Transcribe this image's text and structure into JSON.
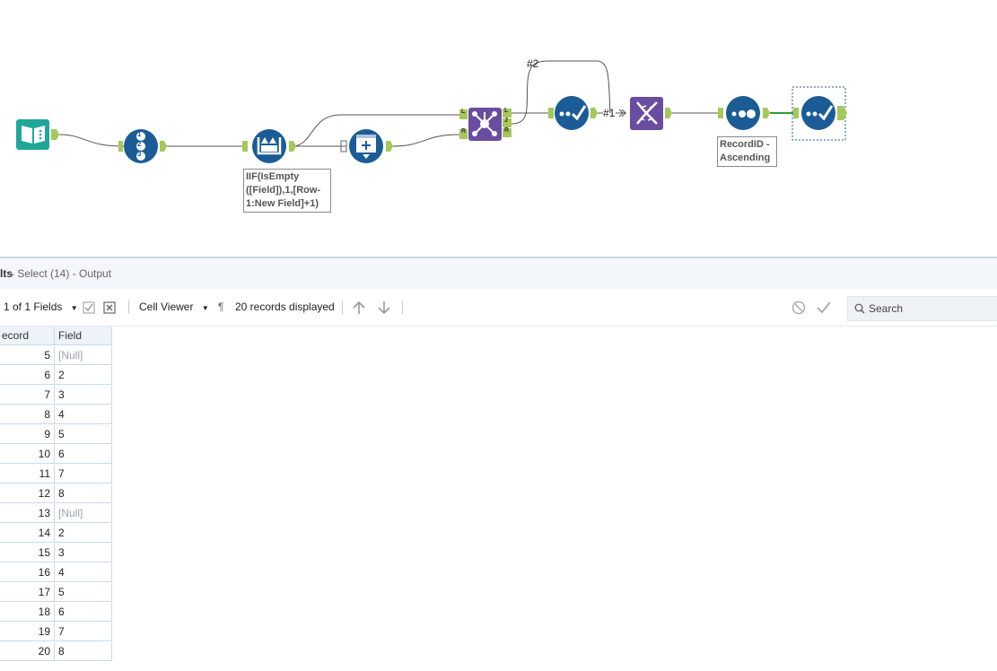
{
  "canvas": {
    "annotations": {
      "formula_l1": "IIF(IsEmpty",
      "formula_l2": "([Field]),1,[Row-",
      "formula_l3": "1:New Field]+1)",
      "sort_l1": "RecordID -",
      "sort_l2": "Ascending"
    },
    "wire_labels": {
      "hash2": "#2",
      "hash1": "#1"
    },
    "join_anchors": {
      "left": "L",
      "right": "R",
      "j": "J"
    },
    "recordid_digits": [
      "1",
      "2",
      "3"
    ],
    "colors": {
      "teal": "#1fa79a",
      "blue": "#1b5c97",
      "purple": "#6a4ca0",
      "anchor": "#a5c85a",
      "wire": "#555555"
    }
  },
  "results": {
    "title_fragment": "lts",
    "subtitle": " - Select (14) - Output"
  },
  "toolbar": {
    "fields_label": "1 of 1 Fields",
    "cell_viewer_label": "Cell Viewer",
    "pilcrow": "¶",
    "records_label": "20 records displayed",
    "search_placeholder": "Search"
  },
  "table": {
    "headers": [
      "ecord",
      "Field"
    ],
    "rows": [
      {
        "record": "5",
        "field": "[Null]"
      },
      {
        "record": "6",
        "field": "2"
      },
      {
        "record": "7",
        "field": "3"
      },
      {
        "record": "8",
        "field": "4"
      },
      {
        "record": "9",
        "field": "5"
      },
      {
        "record": "10",
        "field": "6"
      },
      {
        "record": "11",
        "field": "7"
      },
      {
        "record": "12",
        "field": "8"
      },
      {
        "record": "13",
        "field": "[Null]"
      },
      {
        "record": "14",
        "field": "2"
      },
      {
        "record": "15",
        "field": "3"
      },
      {
        "record": "16",
        "field": "4"
      },
      {
        "record": "17",
        "field": "5"
      },
      {
        "record": "18",
        "field": "6"
      },
      {
        "record": "19",
        "field": "7"
      },
      {
        "record": "20",
        "field": "8"
      }
    ]
  }
}
